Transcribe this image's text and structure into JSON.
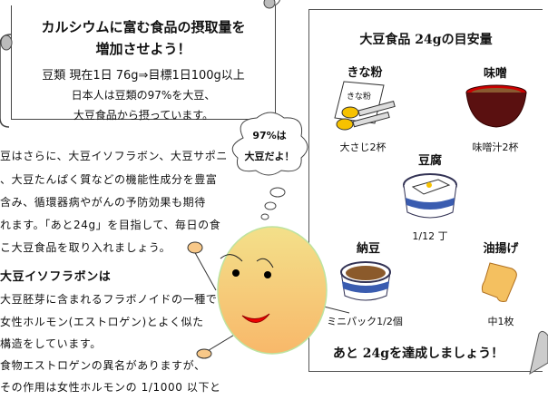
{
  "banner": {
    "title_line1": "カルシウムに富む食品の摂取量を",
    "title_line2": "増加させよう！",
    "target": "豆類  現在1日 76g⇒目標1日100g以上",
    "note_line1": "日本人は豆類の97%を大豆、",
    "note_line2": "大豆食品から摂っています。"
  },
  "bubble": {
    "line1": "97%は",
    "line2": "大豆だよ！"
  },
  "body": {
    "paragraph": [
      "豆はさらに、大豆イソフラボン、大豆サポニ",
      "、大豆たんぱく質などの機能性成分を豊富",
      "含み、循環器病やがんの予防効果も期待",
      "れます。「あと24g」を目指して、毎日の食",
      "こ大豆食品を取り入れましょう。"
    ],
    "heading": "大豆イソフラボンは",
    "paragraph2": [
      "大豆胚芽に含まれるフラボノイドの一種で",
      "女性ホルモン(エストロゲン)とよく似た",
      "構造をしています。",
      "食物エストロゲンの異名がありますが、",
      "その作用は女性ホルモンの 1/1000 以下と"
    ]
  },
  "guide": {
    "title": "大豆食品 24gの目安量",
    "items": [
      {
        "name": "きな粉",
        "package_text": "きな粉",
        "amount": "大さじ2杯"
      },
      {
        "name": "味噌",
        "amount": "味噌汁2杯"
      },
      {
        "name": "豆腐",
        "amount": "1/12 丁"
      },
      {
        "name": "納豆",
        "amount": "ミニパック1/2個"
      },
      {
        "name": "油揚げ",
        "amount": "中1枚"
      }
    ],
    "footer": "あと 24gを達成しましょう！"
  }
}
